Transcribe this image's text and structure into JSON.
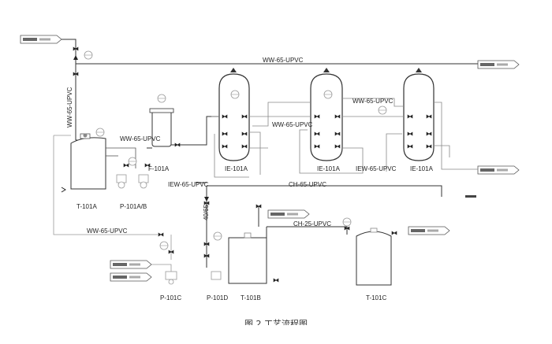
{
  "pipes": {
    "ww_top": "WW-65-UPVC",
    "ww_vertical": "WW-65-UPVC",
    "ww_mid": "WW-65-UPVC",
    "ww_right": "WW-65-UPVC",
    "ww_tank": "WW-65-UPVC",
    "ww_bottom": "WW-65-UPVC",
    "iew_left": "IEW-65-UPVC",
    "iew_right": "IEW-65-UPVC",
    "ch65": "CH-65-UPVC",
    "ch25": "CH-25-UPVC",
    "dn40": "40/65"
  },
  "equipment": {
    "t101a": "T-101A",
    "p101ab": "P-101A/B",
    "f101a": "F-101A",
    "ie1": "IE-101A",
    "ie2": "IE-101A",
    "ie3": "IE-101A",
    "p101c": "P-101C",
    "p101d": "P-101D",
    "t101b": "T-101B",
    "t101c": "T-101C"
  },
  "caption": "图 2   工艺流程图"
}
